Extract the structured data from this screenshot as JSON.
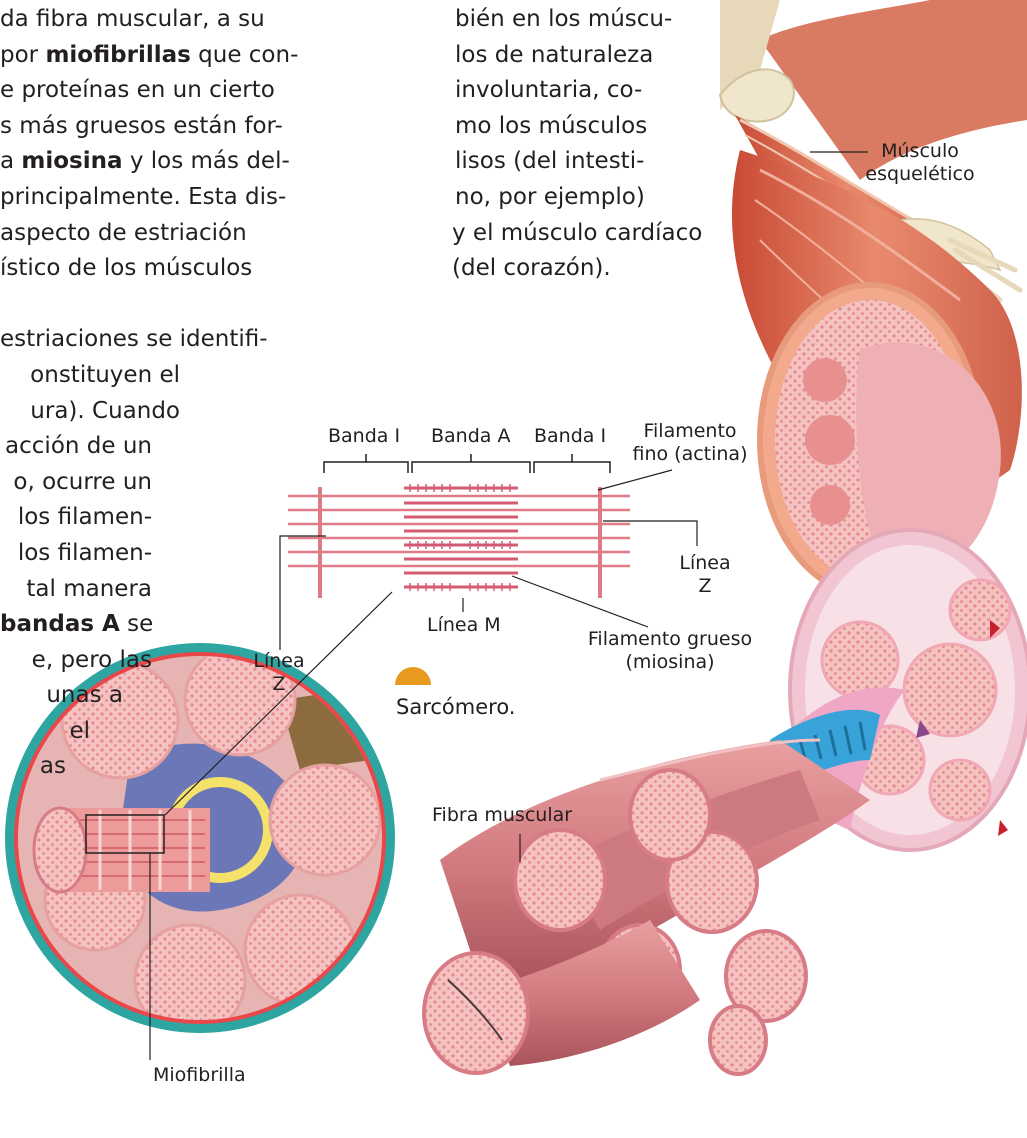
{
  "colors": {
    "muscle": "#e07b63",
    "muscle_dark": "#c8503c",
    "fiber": "#d98a8a",
    "fiber_dark": "#b5636a",
    "fiber_end": "#f2b6b6",
    "zoom_ring": "#2ea5a0",
    "zoom_inner": "#e9474a",
    "bone": "#e9dfc2",
    "sheath_blue": "#37a3d8",
    "accent": "#e89a1f",
    "line": "#231f20"
  },
  "left_column": {
    "lines": [
      [
        "da fibra muscular, a su"
      ],
      [
        "por ",
        "*miofibrillas",
        " que con-"
      ],
      [
        "e proteínas en un cierto"
      ],
      [
        "s más gruesos están for-"
      ],
      [
        "a ",
        "*miosina",
        " y los más del-"
      ],
      [
        "principalmente. Esta dis-"
      ],
      [
        "aspecto de estriación"
      ],
      [
        "ístico de los músculos"
      ],
      [
        ""
      ],
      [
        "estriaciones se identifi-"
      ],
      [
        "onstituyen el"
      ],
      [
        "ura). Cuando"
      ],
      [
        "acción de un"
      ],
      [
        "o, ocurre un"
      ],
      [
        "los filamen-"
      ],
      [
        "los filamen-"
      ],
      [
        "tal manera"
      ],
      [
        "*bandas A",
        " se"
      ],
      [
        "e, pero las"
      ],
      [
        "unas a"
      ],
      [
        "el"
      ],
      [
        "as"
      ]
    ]
  },
  "right_column": {
    "lines": [
      "bién en los múscu-",
      "los de naturaleza",
      "involuntaria, co-",
      "mo los músculos",
      "lisos (del intesti-",
      "no, por ejemplo)",
      "y el músculo cardíaco",
      "(del corazón)."
    ]
  },
  "labels": {
    "skeletal_muscle": "Músculo\nesquelético",
    "band_i_left": "Banda I",
    "band_a": "Banda A",
    "band_i_right": "Banda I",
    "thin_filament": "Filamento\nfino (actina)",
    "z_line_right": "Línea\nZ",
    "z_line_left": "Línea\nZ",
    "m_line": "Línea M",
    "thick_filament": "Filamento grueso\n(miosina)",
    "sarcomere": "Sarcómero.",
    "muscle_fiber": "Fibra muscular",
    "myofibril": "Miofibrilla"
  }
}
